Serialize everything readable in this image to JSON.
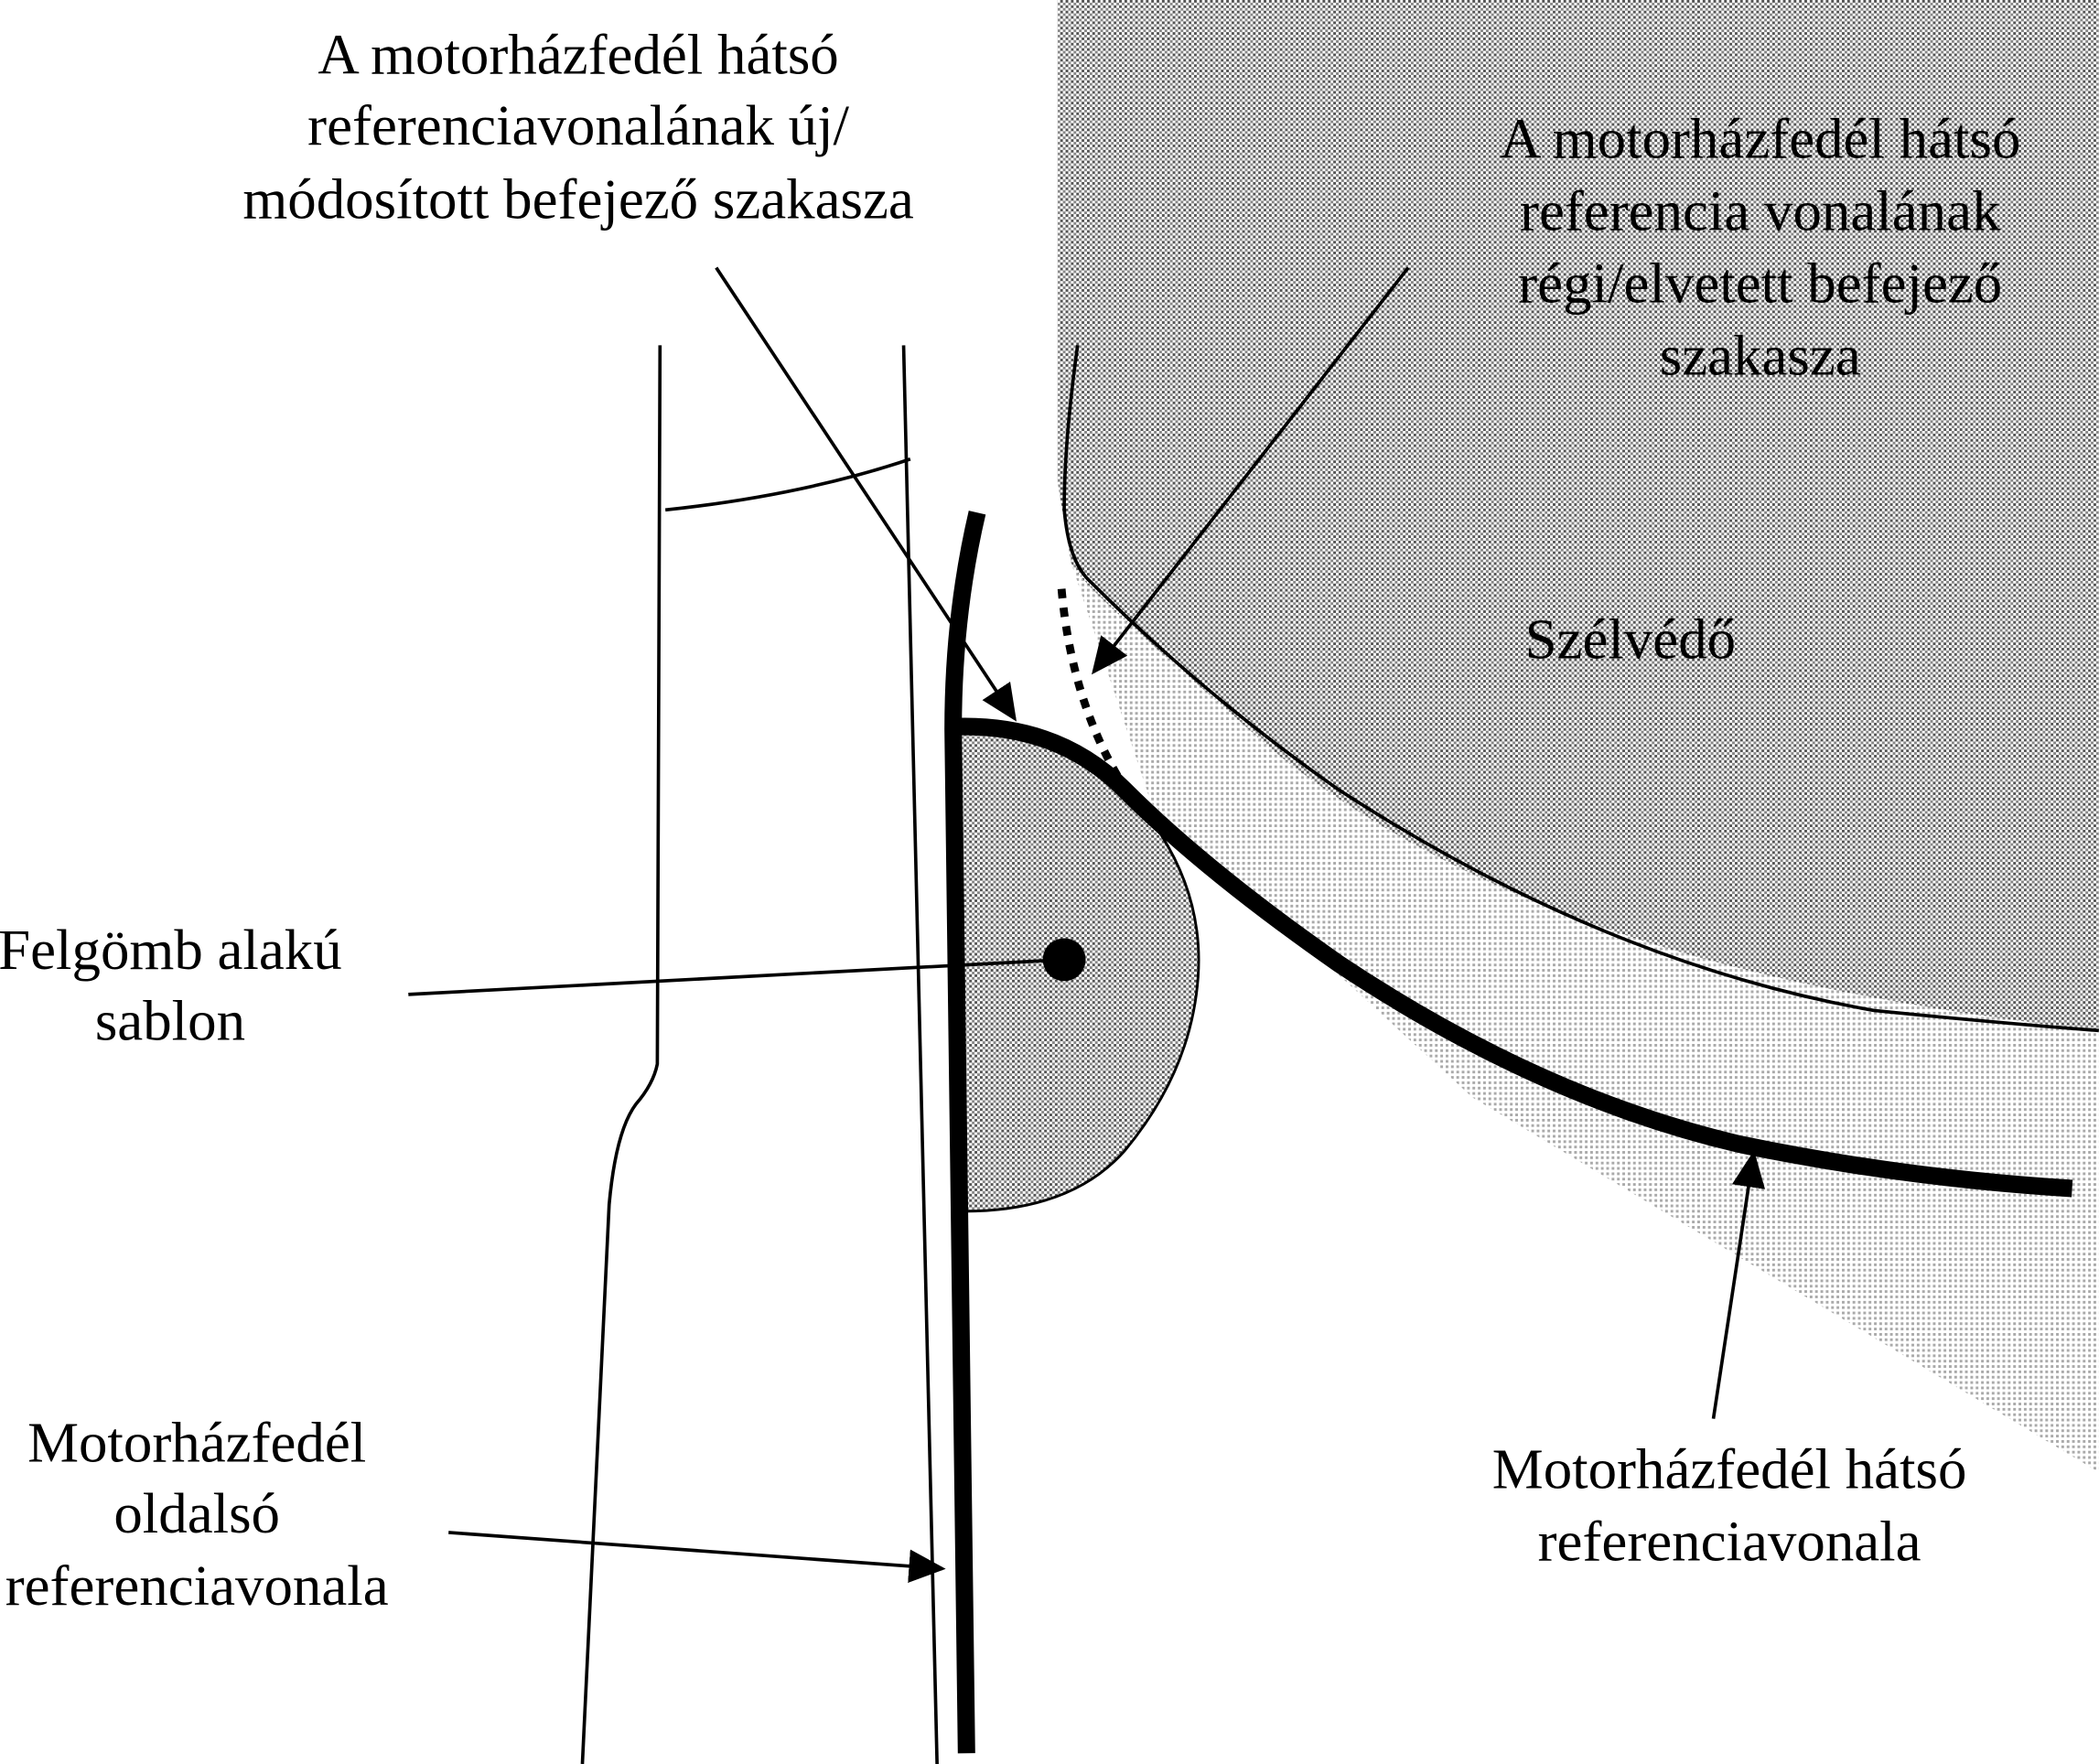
{
  "labels": {
    "new_end_section": [
      "A motorházfedél hátsó",
      "referenciavonalának új/",
      "módosított befejező szakasza"
    ],
    "old_end_section": [
      "A motorházfedél hátsó",
      "referencia vonalának",
      "régi/elvetett befejező",
      "szakasza"
    ],
    "windshield": "Szélvédő",
    "hemisphere_template": [
      "Felgömb alakú",
      "sablon"
    ],
    "side_reference_line": [
      "Motorházfedél",
      "oldalsó",
      "referenciavonala"
    ],
    "rear_reference_line": [
      "Motorházfedél hátsó",
      "referenciavonala"
    ]
  }
}
